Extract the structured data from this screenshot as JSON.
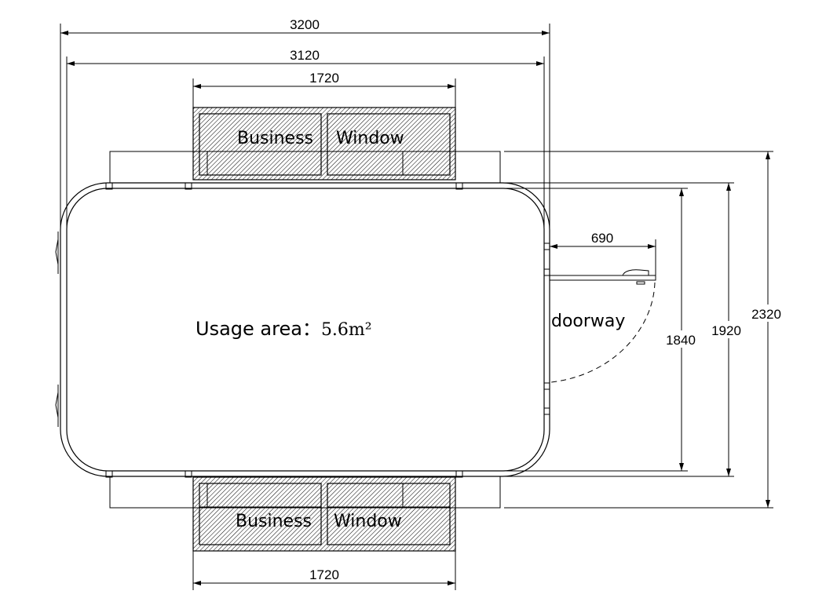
{
  "dimensions": {
    "overall_length": "3200",
    "inner_length": "3120",
    "window_top_width": "1720",
    "window_bottom_width": "1720",
    "door_width": "690",
    "inner_height": "1840",
    "body_height": "1920",
    "overall_height": "2320"
  },
  "labels": {
    "top_window_left": "Business",
    "top_window_right": "Window",
    "bottom_window_left": "Business",
    "bottom_window_right": "Window",
    "usage_area_label": "Usage area：",
    "usage_area_value": "5.6m²",
    "doorway": "doorway"
  },
  "colors": {
    "line": "#000000",
    "background": "#ffffff"
  }
}
